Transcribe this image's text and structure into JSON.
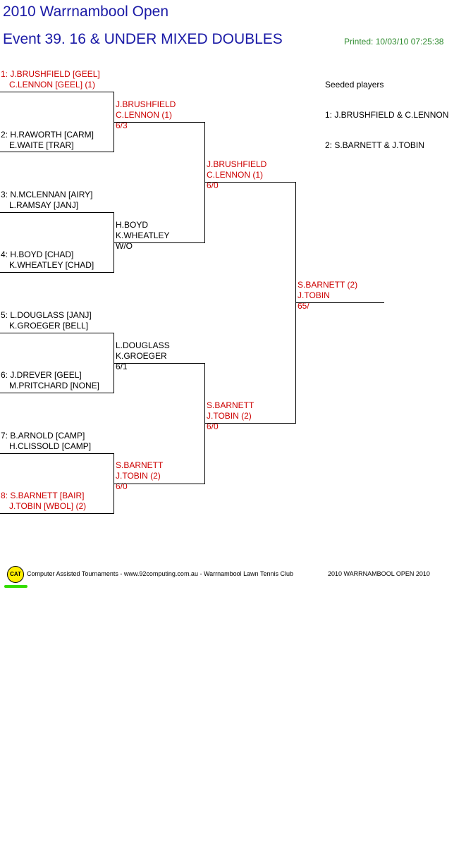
{
  "header": {
    "title": "2010 Warrnambool Open",
    "event": "Event 39. 16 & UNDER MIXED DOUBLES",
    "printed": "Printed: 10/03/10 07:25:38"
  },
  "draw": [
    {
      "seed": "1: J.BRUSHFIELD [GEEL]",
      "partner": "C.LENNON [GEEL] (1)",
      "highlight": true
    },
    {
      "seed": "2: H.RAWORTH [CARM]",
      "partner": "E.WAITE [TRAR]",
      "highlight": false
    },
    {
      "seed": "3: N.MCLENNAN [AIRY]",
      "partner": "L.RAMSAY [JANJ]",
      "highlight": false
    },
    {
      "seed": "4: H.BOYD [CHAD]",
      "partner": "K.WHEATLEY [CHAD]",
      "highlight": false
    },
    {
      "seed": "5: L.DOUGLASS [JANJ]",
      "partner": "K.GROEGER [BELL]",
      "highlight": false
    },
    {
      "seed": "6: J.DREVER [GEEL]",
      "partner": "M.PRITCHARD [NONE]",
      "highlight": false
    },
    {
      "seed": "7: B.ARNOLD [CAMP]",
      "partner": "H.CLISSOLD [CAMP]",
      "highlight": false
    },
    {
      "seed": "8: S.BARNETT [BAIR]",
      "partner": "J.TOBIN [WBOL] (2)",
      "highlight": true
    }
  ],
  "round2": [
    {
      "p1": "J.BRUSHFIELD",
      "p2": "C.LENNON (1)",
      "score": "6/3",
      "highlight": true
    },
    {
      "p1": "H.BOYD",
      "p2": "K.WHEATLEY",
      "score": "W/O",
      "highlight": false
    },
    {
      "p1": "L.DOUGLASS",
      "p2": "K.GROEGER",
      "score": "6/1",
      "highlight": false
    },
    {
      "p1": "S.BARNETT",
      "p2": "J.TOBIN (2)",
      "score": "6/0",
      "highlight": true
    }
  ],
  "round3": [
    {
      "p1": "J.BRUSHFIELD",
      "p2": "C.LENNON (1)",
      "score": "6/0",
      "highlight": true
    },
    {
      "p1": "S.BARNETT",
      "p2": "J.TOBIN (2)",
      "score": "6/0",
      "highlight": true
    }
  ],
  "final": {
    "p1": "S.BARNETT (2)",
    "p2": "J.TOBIN",
    "score": "65/",
    "highlight": true
  },
  "seeds": {
    "heading": "Seeded players",
    "items": [
      "1: J.BRUSHFIELD & C.LENNON",
      "2: S.BARNETT & J.TOBIN"
    ]
  },
  "footer": {
    "logo_text": "CAT",
    "credit": "Computer Assisted Tournaments - www.92computing.com.au  -  Warrnambool Lawn Tennis Club",
    "event_name": "2010 WARRNAMBOOL OPEN 2010"
  },
  "colors": {
    "title": "#1a1aa6",
    "winner": "#cc0000",
    "printed": "#2e8b2e",
    "logo": "#ffee00"
  }
}
